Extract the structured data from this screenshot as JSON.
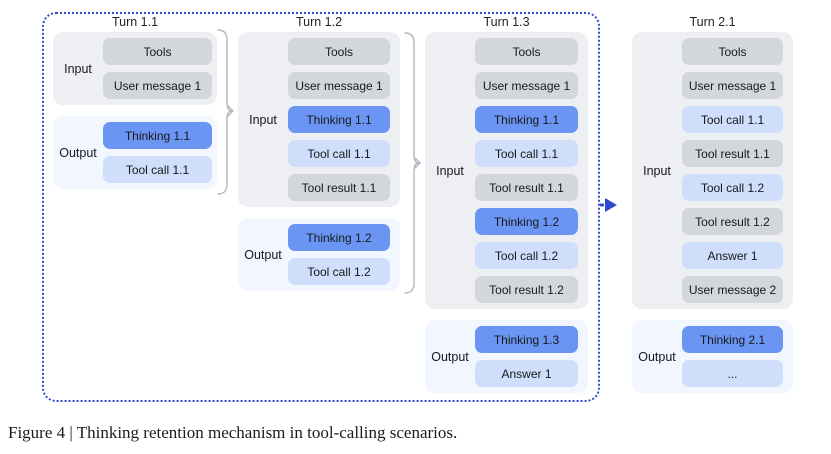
{
  "figure": {
    "caption": "Figure 4 | Thinking retention mechanism in tool-calling scenarios."
  },
  "labels": {
    "input": "Input",
    "output": "Output"
  },
  "colors": {
    "thinking_box": "#6b95f2",
    "action_box": "#cfdefb",
    "context_box": "#d3d6da",
    "input_panel": "#edeff3",
    "output_panel": "#f2f6fe",
    "dashed_border": "#2c4bcb",
    "bracket": "#b4b8be"
  },
  "turns": [
    {
      "title": "Turn 1.1",
      "input": [
        {
          "label": "Tools",
          "type": "context"
        },
        {
          "label": "User message 1",
          "type": "context"
        }
      ],
      "output": [
        {
          "label": "Thinking 1.1",
          "type": "thinking"
        },
        {
          "label": "Tool call 1.1",
          "type": "action"
        }
      ]
    },
    {
      "title": "Turn 1.2",
      "input": [
        {
          "label": "Tools",
          "type": "context"
        },
        {
          "label": "User message 1",
          "type": "context"
        },
        {
          "label": "Thinking 1.1",
          "type": "thinking"
        },
        {
          "label": "Tool call 1.1",
          "type": "action"
        },
        {
          "label": "Tool result 1.1",
          "type": "context"
        }
      ],
      "output": [
        {
          "label": "Thinking 1.2",
          "type": "thinking"
        },
        {
          "label": "Tool call 1.2",
          "type": "action"
        }
      ]
    },
    {
      "title": "Turn 1.3",
      "input": [
        {
          "label": "Tools",
          "type": "context"
        },
        {
          "label": "User message 1",
          "type": "context"
        },
        {
          "label": "Thinking 1.1",
          "type": "thinking"
        },
        {
          "label": "Tool call 1.1",
          "type": "action"
        },
        {
          "label": "Tool result 1.1",
          "type": "context"
        },
        {
          "label": "Thinking 1.2",
          "type": "thinking"
        },
        {
          "label": "Tool call 1.2",
          "type": "action"
        },
        {
          "label": "Tool result 1.2",
          "type": "context"
        }
      ],
      "output": [
        {
          "label": "Thinking 1.3",
          "type": "thinking"
        },
        {
          "label": "Answer 1",
          "type": "action"
        }
      ]
    },
    {
      "title": "Turn 2.1",
      "input": [
        {
          "label": "Tools",
          "type": "context"
        },
        {
          "label": "User message 1",
          "type": "context"
        },
        {
          "label": "Tool call 1.1",
          "type": "action"
        },
        {
          "label": "Tool result 1.1",
          "type": "context"
        },
        {
          "label": "Tool call 1.2",
          "type": "action"
        },
        {
          "label": "Tool result 1.2",
          "type": "context"
        },
        {
          "label": "Answer 1",
          "type": "action"
        },
        {
          "label": "User message 2",
          "type": "context"
        }
      ],
      "output": [
        {
          "label": "Thinking 2.1",
          "type": "thinking"
        },
        {
          "label": "...",
          "type": "action"
        }
      ]
    }
  ]
}
